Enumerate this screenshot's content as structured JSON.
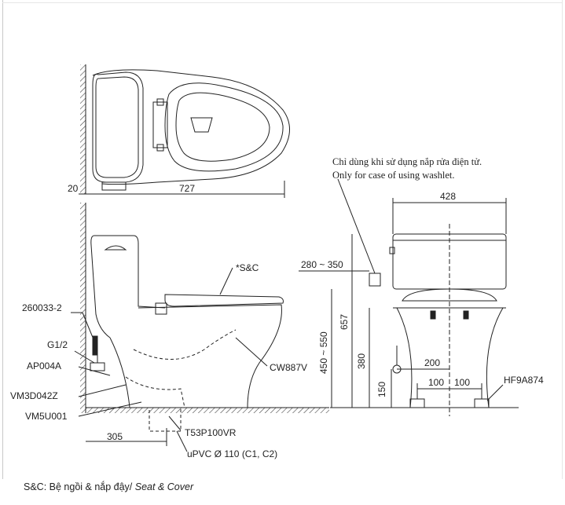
{
  "colors": {
    "line": "#222222",
    "wall_hatch": "#444444",
    "frame": "#c8c8c8"
  },
  "top_view": {
    "dim_width": "727",
    "dim_wall": "20"
  },
  "side_view": {
    "dim_floor": "305",
    "labels": {
      "seat_cover": "*S&C",
      "bowl": "CW887V",
      "part_260033": "260033-2",
      "part_g12": "G1/2",
      "part_ap004a": "AP004A",
      "part_vm3d": "VM3D042Z",
      "part_vm5u": "VM5U001",
      "part_t53p": "T53P100VR",
      "pipe": "uPVC Ø 110 (C1, C2)"
    }
  },
  "front_view": {
    "note_vi": "Chỉ dùng khi sử dụng nắp rửa điện tử.",
    "note_en": "Only for case of using washlet.",
    "dim_width": "428",
    "dim_outlet_h": "280 ~ 350",
    "dim_height": "657",
    "dim_seat_h": "450 ~ 550",
    "dim_inlet_h": "380",
    "dim_inlet_off": "200",
    "dim_base_h": "150",
    "dim_bolt_l": "100",
    "dim_bolt_r": "100",
    "part_hf9a": "HF9A874"
  },
  "footer": {
    "vi": "S&C: Bệ ngồi & nắp đậy/",
    "en": "Seat & Cover"
  }
}
